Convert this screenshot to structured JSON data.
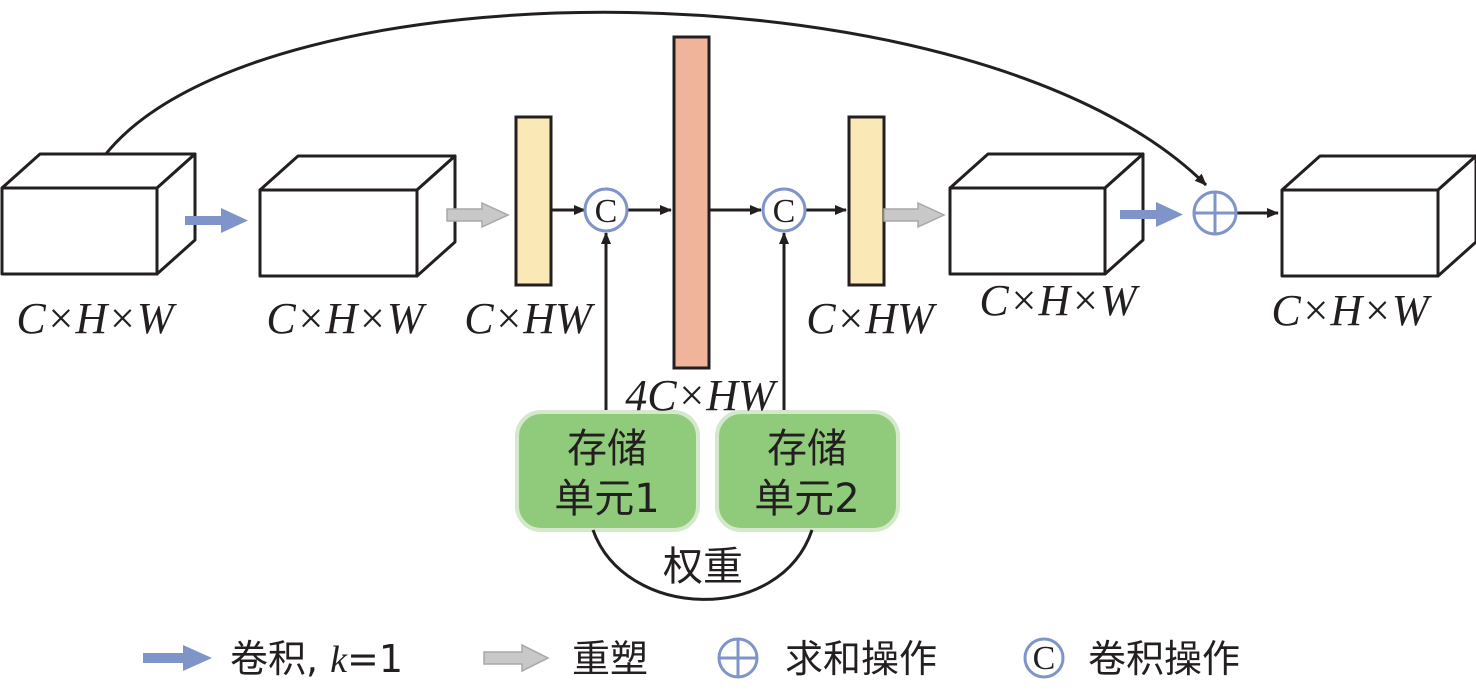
{
  "colors": {
    "stroke": "#231f20",
    "conv_arrow": "#7f95c9",
    "reshape_arrow": "#c8c8c8",
    "vector_fill": "#fae8b6",
    "wide_vector_fill": "#f0b49a",
    "memory_fill": "#8fcb7a",
    "memory_border": "#d4e8cc",
    "operator_ring": "#7f95c9"
  },
  "labels": {
    "box1": "C×H×W",
    "box2": "C×H×W",
    "vec1": "C×HW",
    "vec_wide": "4C×HW",
    "vec2": "C×HW",
    "box3": "C×H×W",
    "box4": "C×H×W"
  },
  "operators": {
    "concat_letter_1": "C",
    "concat_letter_2": "C"
  },
  "memory": {
    "unit1_line1": "存储",
    "unit1_line2": "单元1",
    "unit2_line1": "存储",
    "unit2_line2": "单元2",
    "weights": "权重"
  },
  "legend": {
    "conv_label": "卷积, ",
    "conv_k": "k",
    "conv_eq": "=1",
    "reshape_label": "重塑",
    "sum_label": "求和操作",
    "conv_op_letter": "C",
    "conv_op_label": "卷积操作"
  }
}
